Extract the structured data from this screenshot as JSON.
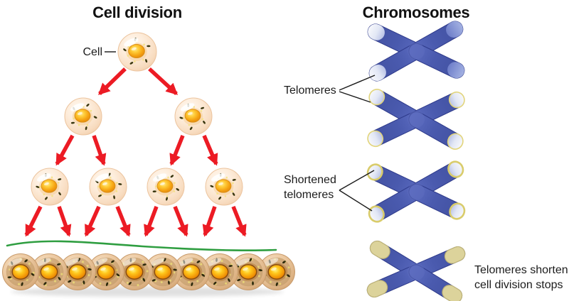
{
  "left_panel": {
    "title": "Cell division",
    "cell_label": "Cell",
    "division_rows": [
      1,
      2,
      4
    ],
    "final_row_count": 10
  },
  "right_panel": {
    "title": "Chromosomes",
    "labels": {
      "telomeres": "Telomeres",
      "shortened_line1": "Shortened",
      "shortened_line2": "telomeres",
      "final_line1": "Telomeres shorten,",
      "final_line2": "cell division stops"
    },
    "chromosomes": [
      {
        "id": "chromosome-long-telomeres",
        "telomere_state": "long"
      },
      {
        "id": "chromosome-slightly-shortened-telomeres",
        "telomere_state": "slightly-shortened"
      },
      {
        "id": "chromosome-shortened-telomeres",
        "telomere_state": "shortened"
      },
      {
        "id": "chromosome-depleted-telomeres",
        "telomere_state": "depleted"
      }
    ]
  },
  "colors": {
    "arrow_red": "#ec1b24",
    "growth_curve_green": "#2f9e41",
    "chromosome_blue": "#4a5aae",
    "chromosome_outline": "#2e3a8a",
    "telomere_tan": "#dcd39b",
    "telomere_rim_yellow": "#e2d57c",
    "cell_body_light": "#fbe3cc",
    "cell_body_dark": "#e0b68c",
    "nucleus_orange": "#f5a312",
    "pointer_black": "#1a1a1a",
    "text": "#1c1c1c"
  }
}
